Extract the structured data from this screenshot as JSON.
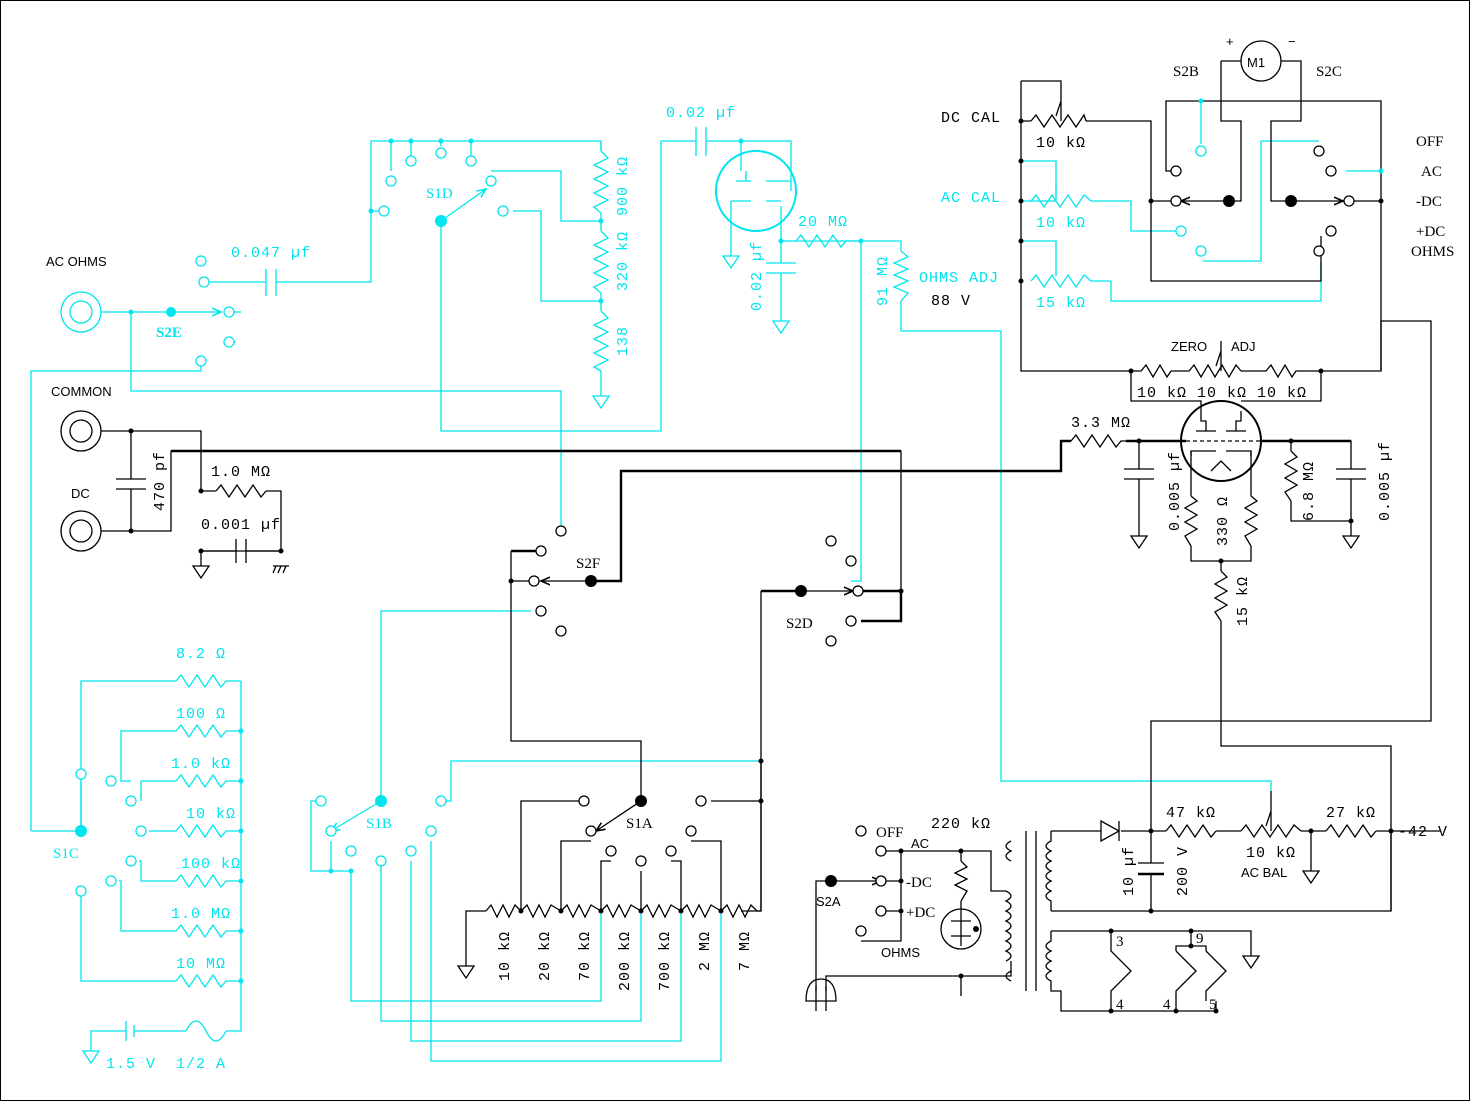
{
  "diagram": {
    "title": "Vacuum Tube Voltmeter Schematic",
    "colors": {
      "signal": "#00e5ee",
      "circuit": "#000000",
      "background": "#ffffff"
    },
    "jacks": {
      "ac_ohms": "AC OHMS",
      "common": "COMMON",
      "dc": "DC"
    },
    "switches": {
      "s1a": "S1A",
      "s1b": "S1B",
      "s1c": "S1C",
      "s1d": "S1D",
      "s2a": "S2A",
      "s2b": "S2B",
      "s2c": "S2C",
      "s2d": "S2D",
      "s2e": "S2E",
      "s2f": "S2F"
    },
    "meter": {
      "label": "M1",
      "plus": "+",
      "minus": "−"
    },
    "function_positions": [
      "OFF",
      "AC",
      "-DC",
      "+DC",
      "OHMS"
    ],
    "s2a_positions": {
      "off": "OFF",
      "ac": "AC",
      "neg_dc": "-DC",
      "pos_dc": "+DC",
      "ohms": "OHMS"
    },
    "controls": {
      "dc_cal": "DC CAL",
      "ac_cal": "AC CAL",
      "ohms_adj": "OHMS ADJ",
      "zero": "ZERO",
      "adj": "ADJ",
      "ac_bal": "AC BAL"
    },
    "components": {
      "c_0047": "0.047 µf",
      "c_002_top": "0.02 µf",
      "c_002_vert": "0.02 µf",
      "r_900k": "900 kΩ",
      "r_320k": "320 kΩ",
      "r_138": "138",
      "r_20M": "20 MΩ",
      "r_91M": "91 MΩ",
      "v_88": "88 V",
      "pot_dc_cal": "10 kΩ",
      "pot_ac_cal": "10 kΩ",
      "pot_ohms_adj": "15 kΩ",
      "r_zero_left": "10 kΩ",
      "r_zero_mid": "10 kΩ",
      "r_zero_right": "10 kΩ",
      "r_3_3M": "3.3 MΩ",
      "c_0005_left": "0.005 µf",
      "c_0005_right": "0.005 µf",
      "r_330": "330 Ω",
      "r_6_8M": "6.8 MΩ",
      "r_15k": "15 kΩ",
      "c_470p": "470 pf",
      "r_1M": "1.0 MΩ",
      "c_0001": "0.001 µf",
      "r_220k": "220 kΩ",
      "r_47k": "47 kΩ",
      "r_27k": "27 kΩ",
      "pot_ac_bal": "10 kΩ",
      "c_10u": "10 µf",
      "v_200": "200 V",
      "v_neg42": "-42 V",
      "battery": "1.5 V",
      "fuse": "1/2 A"
    },
    "ohms_shunts": [
      "8.2 Ω",
      "100 Ω",
      "1.0 kΩ",
      "10 kΩ",
      "100 kΩ",
      "1.0 MΩ",
      "10 MΩ"
    ],
    "divider_chain": [
      "10 kΩ",
      "20 kΩ",
      "70 kΩ",
      "200 kΩ",
      "700 kΩ",
      "2 MΩ",
      "7 MΩ"
    ],
    "tube_pins": [
      "3",
      "9",
      "4",
      "4",
      "5"
    ]
  }
}
